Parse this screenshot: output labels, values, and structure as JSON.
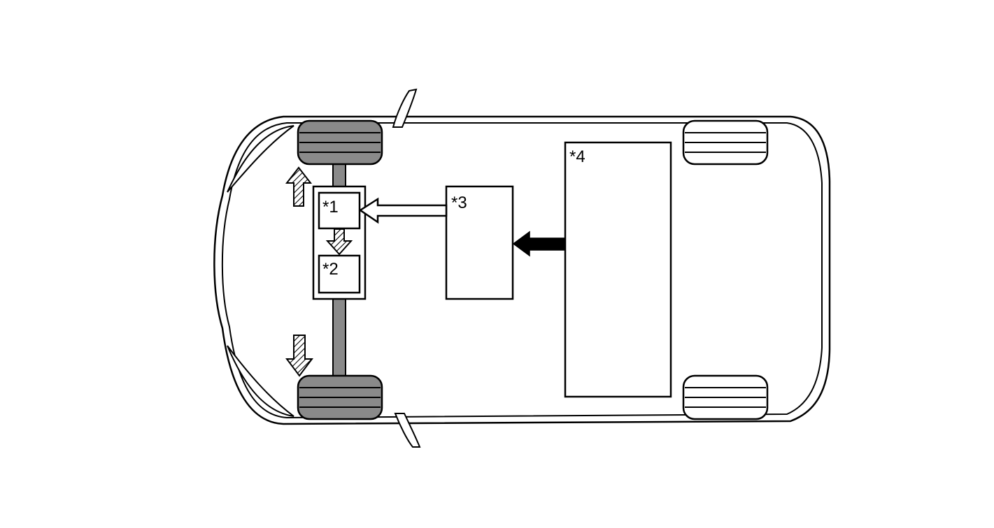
{
  "diagram": {
    "labels": {
      "l1": "*1",
      "l2": "*2",
      "l3": "*3",
      "l4": "*4"
    },
    "colors": {
      "line": "#000000",
      "tire_fill": "#8a8a8a",
      "axle_fill": "#8a8a8a",
      "hatch": "#000000",
      "background": "#ffffff"
    }
  }
}
